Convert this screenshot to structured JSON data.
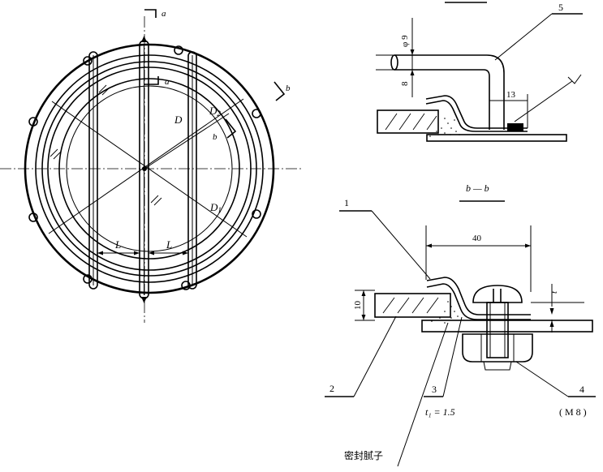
{
  "front_view": {
    "section_mark_a_top": "a",
    "section_mark_a_mid": "a",
    "section_mark_b": "b",
    "section_mark_b_inner": "b",
    "dim_D": "D",
    "dim_D2": "D",
    "dim_D2_sub": "2",
    "dim_D1": "D",
    "dim_D1_sub": "1",
    "dim_L_left": "L",
    "dim_L_right": "L"
  },
  "detail_a": {
    "part_label": "5",
    "dim_phi": "φ 9",
    "dim_8": "8",
    "dim_13": "13"
  },
  "section_b": {
    "title": "b — b",
    "label_1": "1",
    "label_2": "2",
    "label_3": "3",
    "label_4": "4",
    "label_4_note": "( M 8 )",
    "dim_40": "40",
    "dim_10": "10",
    "dim_t": "t",
    "dim_t1": "t₁ = 1.5",
    "sealant_note": "密封腻子"
  }
}
